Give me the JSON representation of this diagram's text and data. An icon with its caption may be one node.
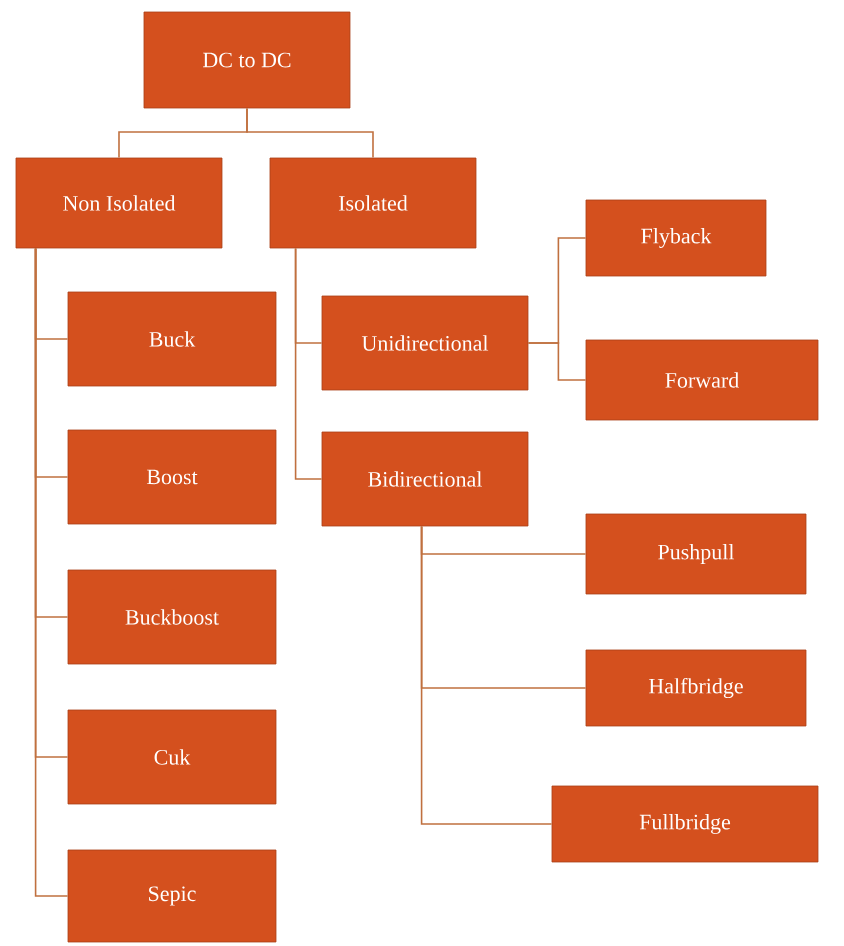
{
  "diagram": {
    "nodes": [
      {
        "text": [
          "DC to DC"
        ]
      },
      {
        "text": [
          "Non Isolated"
        ]
      },
      {
        "text": [
          "Isolated"
        ]
      },
      {
        "text": [
          "Buck"
        ]
      },
      {
        "text": [
          "Boost"
        ]
      },
      {
        "text": [
          "Buckboost"
        ]
      },
      {
        "text": [
          "Cuk"
        ]
      },
      {
        "text": [
          "Sepic"
        ]
      },
      {
        "text": [
          "Unidirectional"
        ]
      },
      {
        "text": [
          "Bidirectional"
        ]
      },
      {
        "text": [
          "Flyback"
        ]
      },
      {
        "text": [
          "Forward"
        ]
      },
      {
        "text": [
          "Pushpull"
        ]
      },
      {
        "text": [
          "Halfbridge"
        ]
      },
      {
        "text": [
          "Fullbridge"
        ]
      }
    ],
    "edges": [
      {
        "from": 0,
        "to": 1,
        "arrow": "none"
      },
      {
        "from": 0,
        "to": 2,
        "arrow": "none"
      },
      {
        "from": 1,
        "to": 3,
        "arrow": "none"
      },
      {
        "from": 1,
        "to": 4,
        "arrow": "none"
      },
      {
        "from": 1,
        "to": 5,
        "arrow": "none"
      },
      {
        "from": 1,
        "to": 6,
        "arrow": "none"
      },
      {
        "from": 1,
        "to": 7,
        "arrow": "none"
      },
      {
        "from": 2,
        "to": 8,
        "arrow": "none"
      },
      {
        "from": 2,
        "to": 9,
        "arrow": "none"
      },
      {
        "from": 8,
        "to": 10,
        "arrow": "none"
      },
      {
        "from": 8,
        "to": 11,
        "arrow": "none"
      },
      {
        "from": 9,
        "to": 12,
        "arrow": "none"
      },
      {
        "from": 9,
        "to": 13,
        "arrow": "none"
      },
      {
        "from": 9,
        "to": 14,
        "arrow": "none"
      }
    ]
  }
}
